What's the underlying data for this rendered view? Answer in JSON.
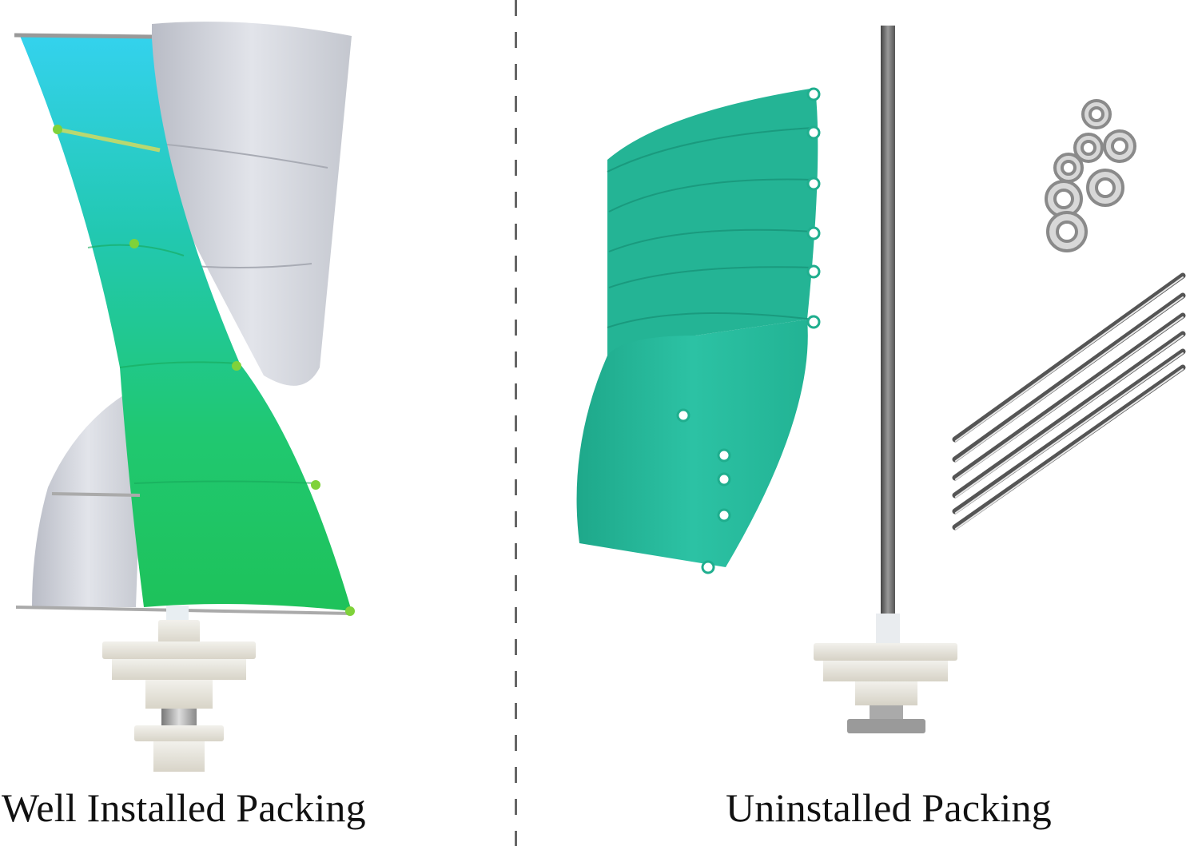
{
  "captions": {
    "left": "Well Installed Packing",
    "right": "Uninstalled Packing"
  },
  "panels": {
    "left": {
      "subject": "assembled helical vertical-axis wind turbine",
      "blade_colors": [
        "#2bd0e6",
        "#22c86a",
        "#c9ccd6"
      ]
    },
    "right": {
      "subject": "disassembled wind turbine kit",
      "parts": [
        "helical blade sections (x6, teal)",
        "center shaft with generator base",
        "hex nuts (x7)",
        "steel rods (x6)"
      ],
      "blade_color": "#22b89a"
    }
  },
  "divider": {
    "style": "dashed",
    "color": "#666666"
  },
  "colors": {
    "background": "#ffffff",
    "text": "#111111"
  }
}
